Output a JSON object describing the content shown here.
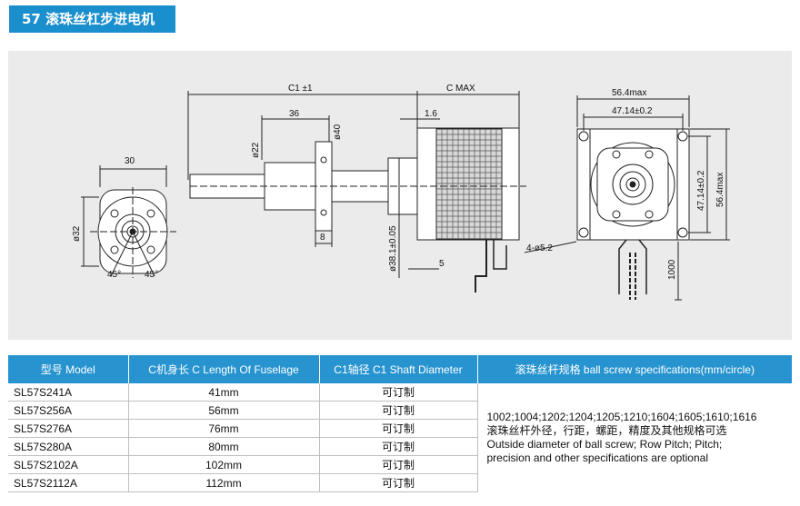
{
  "title": "57 滚珠丝杠步进电机",
  "drawing": {
    "front_width": "30",
    "front_dia": "ø32",
    "angle_left": "45°",
    "angle_right": "45°",
    "c1_label": "C1 ±1",
    "cmax_label": "C  MAX",
    "len36": "36",
    "dia22": "ø22",
    "dia40": "ø40",
    "len8": "8",
    "pilot_dia": "ø38.1±0.05",
    "len1_6": "1.6",
    "len5": "5",
    "hole_label": "4-ø5.2",
    "w56max": "56.4max",
    "w47": "47.14±0.2",
    "h47": "47.14±0.2",
    "h56max": "56.4max",
    "lead_len": "1000"
  },
  "table": {
    "headers": [
      "型号 Model",
      "C机身长 C Length Of Fuselage",
      "C1轴径 C1 Shaft Diameter",
      "滚珠丝杆规格 ball screw specifications(mm/circle)"
    ],
    "rows": [
      {
        "model": "SL57S241A",
        "length": "41mm",
        "shaft": "可订制"
      },
      {
        "model": "SL57S256A",
        "length": "56mm",
        "shaft": "可订制"
      },
      {
        "model": "SL57S276A",
        "length": "76mm",
        "shaft": "可订制"
      },
      {
        "model": "SL57S280A",
        "length": "80mm",
        "shaft": "可订制"
      },
      {
        "model": "SL57S2102A",
        "length": "102mm",
        "shaft": "可订制"
      },
      {
        "model": "SL57S2112A",
        "length": "112mm",
        "shaft": "可订制"
      }
    ],
    "note": [
      "1002;1004;1202;1204;1205;1210;1604;1605;1610;1616",
      "滚珠丝杆外径，行距，螺距，精度及其他规格可选",
      "Outside diameter of ball screw; Row Pitch; Pitch;",
      "precision and other specifications are optional"
    ]
  }
}
